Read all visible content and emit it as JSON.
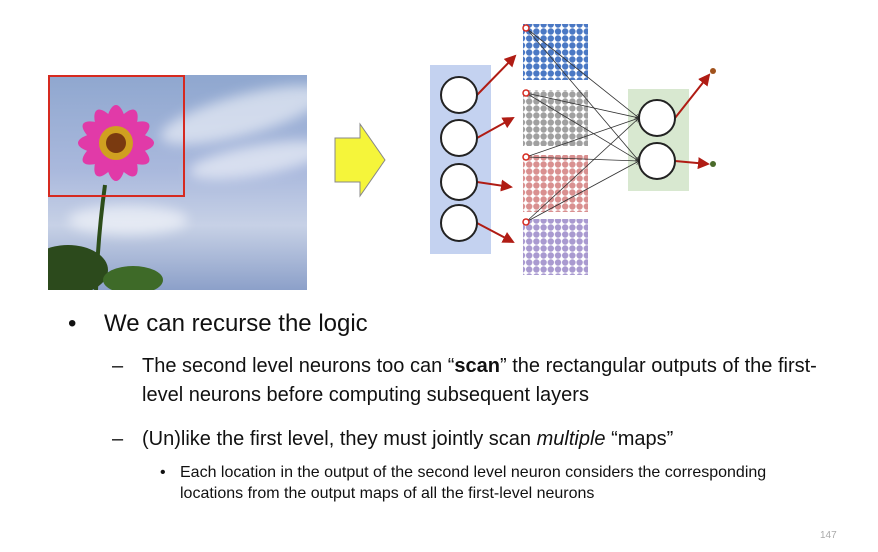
{
  "bullets": {
    "main": "We can recurse the logic",
    "sub1": {
      "pre": "The second level neurons too can “",
      "bold": "scan",
      "post": "” the rectangular outputs of the first-level neurons before computing subsequent layers"
    },
    "sub2": {
      "pre": "(Un)like the first level, they must jointly scan ",
      "italic": "multiple",
      "post": " “maps”"
    },
    "subsub": "Each location in the output of the second level neuron considers the corresponding locations from the output maps of all the first-level neurons"
  },
  "markers": {
    "bullet": "•",
    "dash": "–"
  },
  "page_number": "147",
  "colors": {
    "box": "#d62a20",
    "arrow": "#f5f53a",
    "map1": "#4a78c4",
    "map2": "#a0a0a0",
    "map3": "#d99090",
    "map4": "#a99ad0"
  }
}
